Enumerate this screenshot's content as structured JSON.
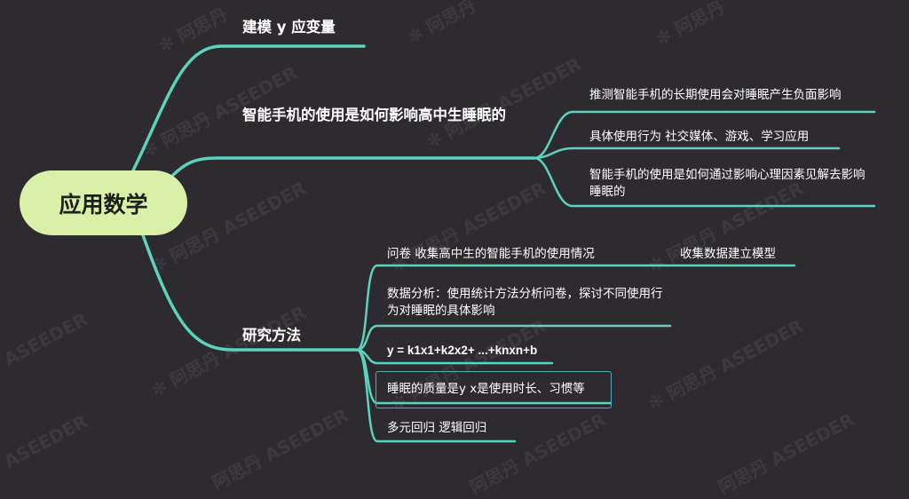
{
  "watermark": {
    "brand_cn": "阿思丹",
    "brand_en": "ASEEDER"
  },
  "colors": {
    "background": "#2d2b30",
    "branch": "#5cd3bc",
    "root_fill": "#d9f0a8",
    "selection": "#5aa8c0"
  },
  "mindmap": {
    "root": {
      "label": "应用数学"
    },
    "branches": [
      {
        "label": "建模 y 应变量",
        "children": []
      },
      {
        "label": "智能手机的使用是如何影响高中生睡眠的",
        "children": [
          {
            "label": "推测智能手机的长期使用会对睡眠产生负面影响"
          },
          {
            "label": "具体使用行为 社交媒体、游戏、学习应用"
          },
          {
            "label": "智能手机的使用是如何通过影响心理因素见解去影响睡眠的"
          }
        ]
      },
      {
        "label": "研究方法",
        "children": [
          {
            "label": "问卷 收集高中生的智能手机的使用情况",
            "children": [
              {
                "label": "收集数据建立模型"
              }
            ]
          },
          {
            "label": "数据分析：使用统计方法分析问卷，探讨不同使用行为对睡眠的具体影响"
          },
          {
            "label": "y = k1x1+k2x2+ ...+knxn+b"
          },
          {
            "label": "睡眠的质量是y x是使用时长、习惯等"
          },
          {
            "label": "多元回归 逻辑回归"
          }
        ]
      }
    ]
  }
}
